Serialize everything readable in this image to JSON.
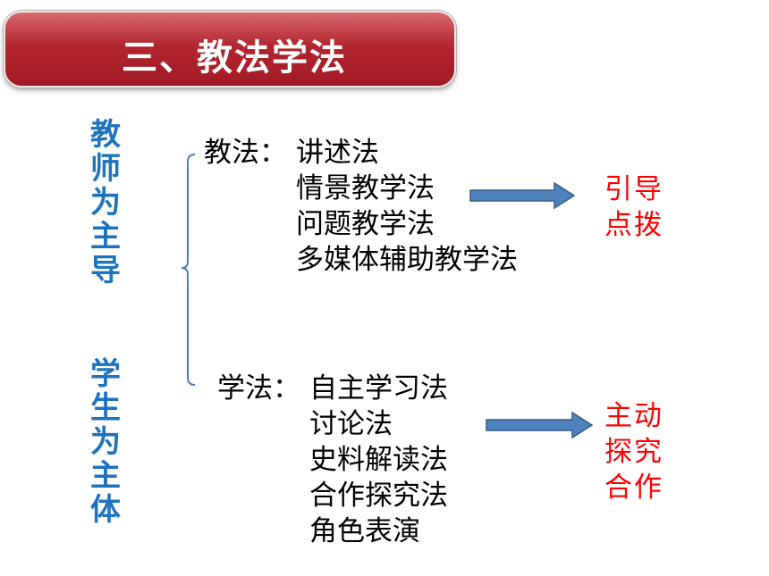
{
  "title": "三、教法学法",
  "teacher_label": [
    "教",
    "师",
    "为",
    "主",
    "导"
  ],
  "student_label": [
    "学",
    "生",
    "为",
    "主",
    "体"
  ],
  "teaching": {
    "heading": "教法：",
    "methods": [
      "讲述法",
      "情景教学法",
      "问题教学法",
      "多媒体辅助教学法"
    ],
    "outcome": [
      "引导",
      "点拨"
    ]
  },
  "learning": {
    "heading": "学法：",
    "methods": [
      "自主学习法",
      "讨论法",
      "史料解读法",
      "合作探究法",
      "角色表演"
    ],
    "outcome": [
      "主动",
      "探究",
      "合作"
    ]
  },
  "colors": {
    "banner": "#b3262f",
    "label_blue": "#1e73be",
    "outcome_red": "#ff0000",
    "arrow_fill": "#4f81bd",
    "arrow_stroke": "#385d8a",
    "brace": "#4a7ebb"
  }
}
